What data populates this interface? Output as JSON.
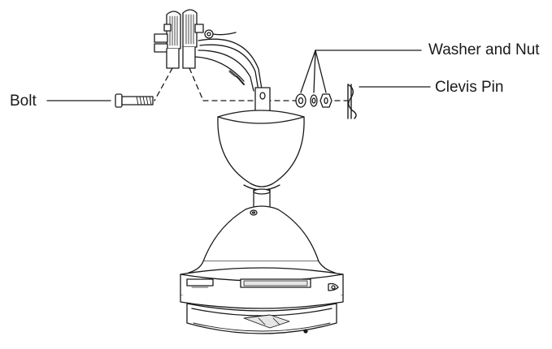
{
  "diagram": {
    "labels": {
      "washer_and_nut": "Washer and Nut",
      "clevis_pin": "Clevis Pin",
      "bolt": "Bolt"
    },
    "colors": {
      "line": "#1a1a1a",
      "fill": "#ffffff",
      "shade": "#d9d9d9",
      "dark": "#555555"
    }
  }
}
